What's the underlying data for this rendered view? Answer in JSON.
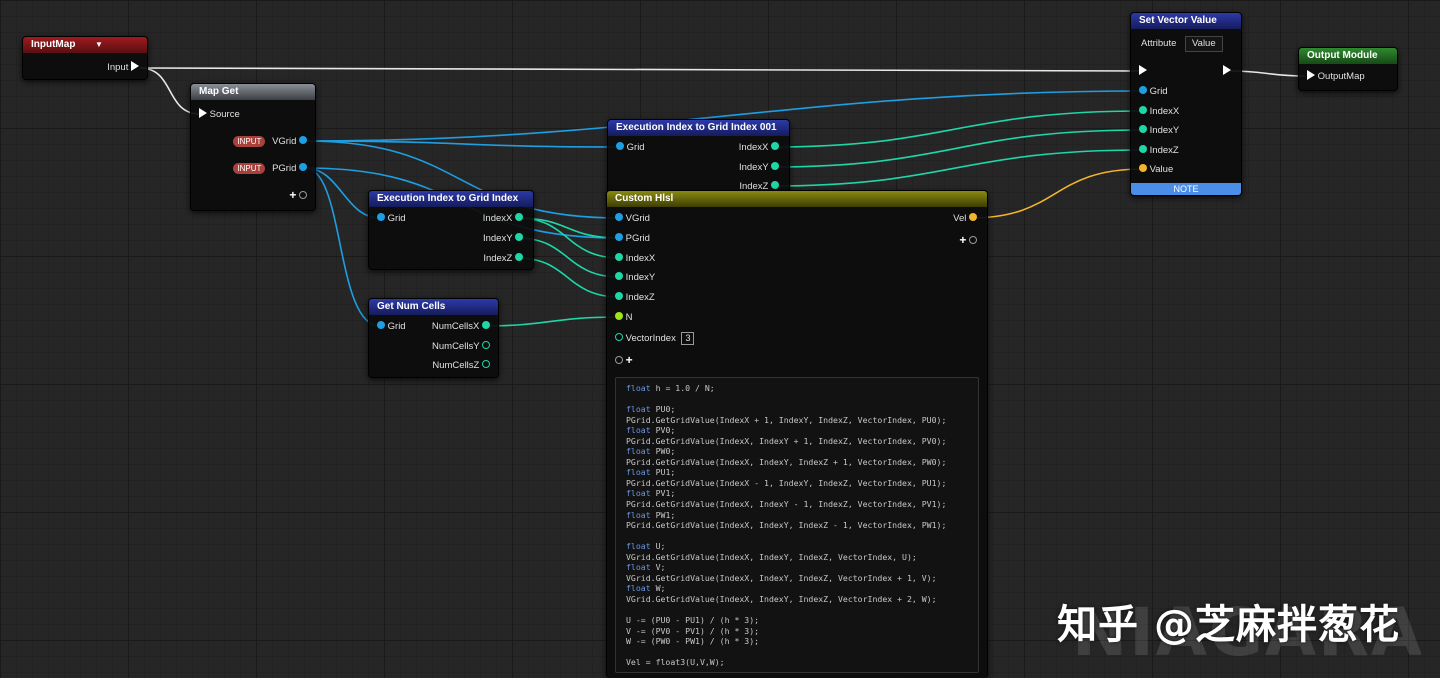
{
  "nodes": {
    "input_map": {
      "title": "InputMap",
      "output": "Input"
    },
    "map_get": {
      "title": "Map Get",
      "source": "Source",
      "badge": "INPUT",
      "vgrid": "VGrid",
      "pgrid": "PGrid"
    },
    "exec_index_001": {
      "title": "Execution Index to Grid Index 001",
      "grid": "Grid",
      "index_x": "IndexX",
      "index_y": "IndexY",
      "index_z": "IndexZ"
    },
    "exec_index": {
      "title": "Execution Index to Grid Index",
      "grid": "Grid",
      "index_x": "IndexX",
      "index_y": "IndexY",
      "index_z": "IndexZ"
    },
    "get_num_cells": {
      "title": "Get Num Cells",
      "grid": "Grid",
      "x": "NumCellsX",
      "y": "NumCellsY",
      "z": "NumCellsZ"
    },
    "custom_hlsl": {
      "title": "Custom Hlsl",
      "inputs": [
        "VGrid",
        "PGrid",
        "IndexX",
        "IndexY",
        "IndexZ",
        "N"
      ],
      "vector_index_label": "VectorIndex",
      "vector_index_value": "3",
      "output": "Vel",
      "code": [
        "float h = 1.0 / N;",
        "",
        "float PU0;",
        "PGrid.GetGridValue(IndexX + 1, IndexY, IndexZ, VectorIndex, PU0);",
        "float PV0;",
        "PGrid.GetGridValue(IndexX, IndexY + 1, IndexZ, VectorIndex, PV0);",
        "float PW0;",
        "PGrid.GetGridValue(IndexX, IndexY, IndexZ + 1, VectorIndex, PW0);",
        "float PU1;",
        "PGrid.GetGridValue(IndexX - 1, IndexY, IndexZ, VectorIndex, PU1);",
        "float PV1;",
        "PGrid.GetGridValue(IndexX, IndexY - 1, IndexZ, VectorIndex, PV1);",
        "float PW1;",
        "PGrid.GetGridValue(IndexX, IndexY, IndexZ - 1, VectorIndex, PW1);",
        "",
        "float U;",
        "VGrid.GetGridValue(IndexX, IndexY, IndexZ, VectorIndex, U);",
        "float V;",
        "VGrid.GetGridValue(IndexX, IndexY, IndexZ, VectorIndex + 1, V);",
        "float W;",
        "VGrid.GetGridValue(IndexX, IndexY, IndexZ, VectorIndex + 2, W);",
        "",
        "U -= (PU0 - PU1) / (h * 3);",
        "V -= (PV0 - PV1) / (h * 3);",
        "W -= (PW0 - PW1) / (h * 3);",
        "",
        "Vel = float3(U,V,W);"
      ]
    },
    "set_vector": {
      "title": "Set Vector Value",
      "attribute_label": "Attribute",
      "attribute_value": "Value",
      "grid": "Grid",
      "index_x": "IndexX",
      "index_y": "IndexY",
      "index_z": "IndexZ",
      "value": "Value",
      "note": "NOTE"
    },
    "output_module": {
      "title": "Output Module",
      "output_map": "OutputMap"
    }
  },
  "watermark": {
    "text": "知乎 @芝麻拌葱花",
    "logo_text": "NIAGARA"
  },
  "colors": {
    "grid_pin": "#1e9ee3",
    "int_pin": "#1fd6a6",
    "vector_pin": "#f1b52b",
    "float_pin": "#9fe31a"
  }
}
